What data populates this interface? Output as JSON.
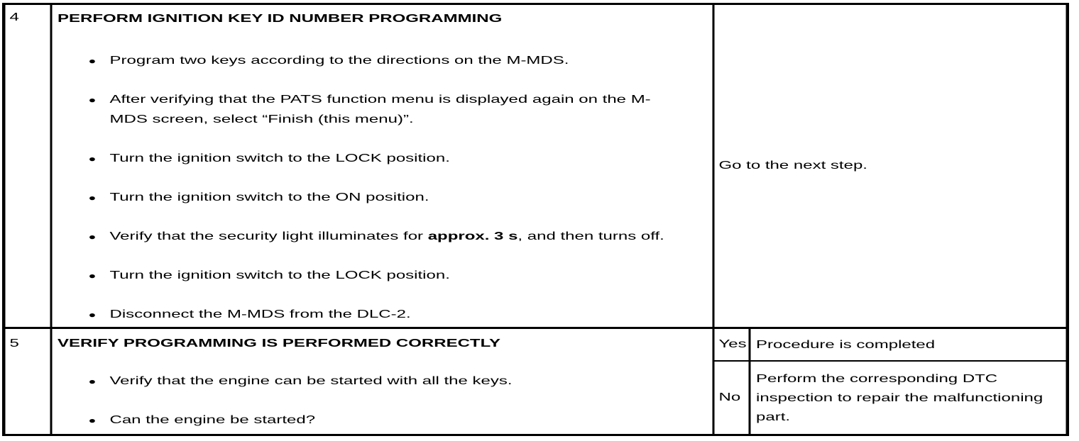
{
  "colors": {
    "border": "#000000",
    "background": "#ffffff",
    "text": "#000000"
  },
  "bullet_glyph": "●",
  "table": {
    "rows": [
      {
        "step": "4",
        "title": "PERFORM IGNITION KEY ID NUMBER PROGRAMMING",
        "bullets": [
          "Program two keys according to the directions on the M-MDS.",
          "After verifying that the PATS function menu is displayed again on the M-MDS screen, select “Finish (this menu)”.",
          "Turn the ignition switch to the LOCK position.",
          "Turn the ignition switch to the ON position.",
          {
            "pre": "Verify that the security light illuminates for ",
            "bold": "approx. 3 s",
            "post": ", and then turns off."
          },
          "Turn the ignition switch to the LOCK position.",
          "Disconnect the M-MDS from the DLC-2."
        ],
        "action": "Go to the next step."
      },
      {
        "step": "5",
        "title": "VERIFY PROGRAMMING IS PERFORMED CORRECTLY",
        "bullets": [
          "Verify that the engine can be started with all the keys.",
          "Can the engine be started?"
        ],
        "actions": [
          {
            "answer": "Yes",
            "result": "Procedure is completed"
          },
          {
            "answer": "No",
            "result": "Perform the corresponding DTC inspection to repair the malfunctioning part."
          }
        ]
      }
    ]
  }
}
